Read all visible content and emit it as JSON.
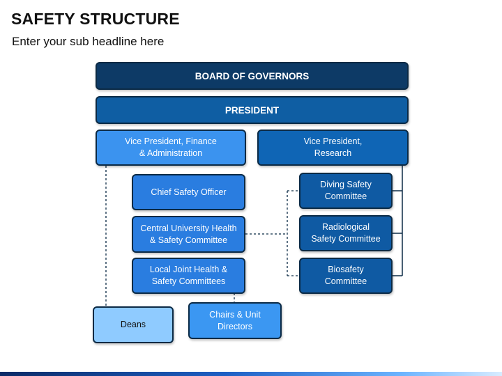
{
  "header": {
    "title": "SAFETY STRUCTURE",
    "subtitle": "Enter your sub headline here"
  },
  "org": {
    "board": "BOARD OF GOVERNORS",
    "president": "PRESIDENT",
    "vp_finance": "Vice President, Finance\n& Administration",
    "vp_research": "Vice President,\nResearch",
    "chief_safety": "Chief Safety Officer",
    "central_committee": "Central University Health\n& Safety Committee",
    "local_committees": "Local Joint Health &\nSafety Committees",
    "deans": "Deans",
    "chairs": "Chairs & Unit\nDirectors",
    "diving": "Diving Safety\nCommittee",
    "radiological": "Radiological\nSafety Committee",
    "biosafety": "Biosafety\nCommittee"
  },
  "colors": {
    "board": "#0d3a66",
    "president": "#0f5ea3",
    "vp_finance": "#3b93ef",
    "vp_research": "#0f65b5",
    "light_boxes": "#2a7de0",
    "committees": "#0f5aa3",
    "chairs": "#3b97f2",
    "deans": "#8fcbff",
    "border": "#0b2a45"
  }
}
